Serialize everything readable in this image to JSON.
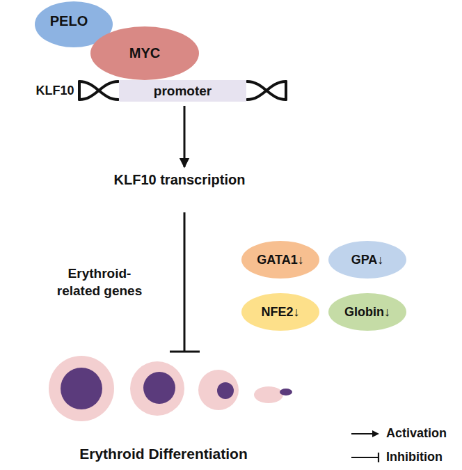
{
  "diagram": {
    "nodes": [
      {
        "text": [
          "PELO"
        ]
      },
      {
        "text": [
          "MYC"
        ]
      },
      {
        "text": [
          "promoter"
        ]
      },
      {
        "text": [
          "GATA1↓"
        ]
      },
      {
        "text": [
          "GPA↓"
        ]
      },
      {
        "text": [
          "NFE2↓"
        ]
      },
      {
        "text": [
          "Globin↓"
        ]
      }
    ],
    "labels": [
      "KLF10",
      "KLF10 transcription",
      "Erythroid- related genes",
      "Erythroid Differentiation"
    ],
    "legend": [
      {
        "text": "Activation"
      },
      {
        "text": "Inhibition"
      }
    ]
  }
}
